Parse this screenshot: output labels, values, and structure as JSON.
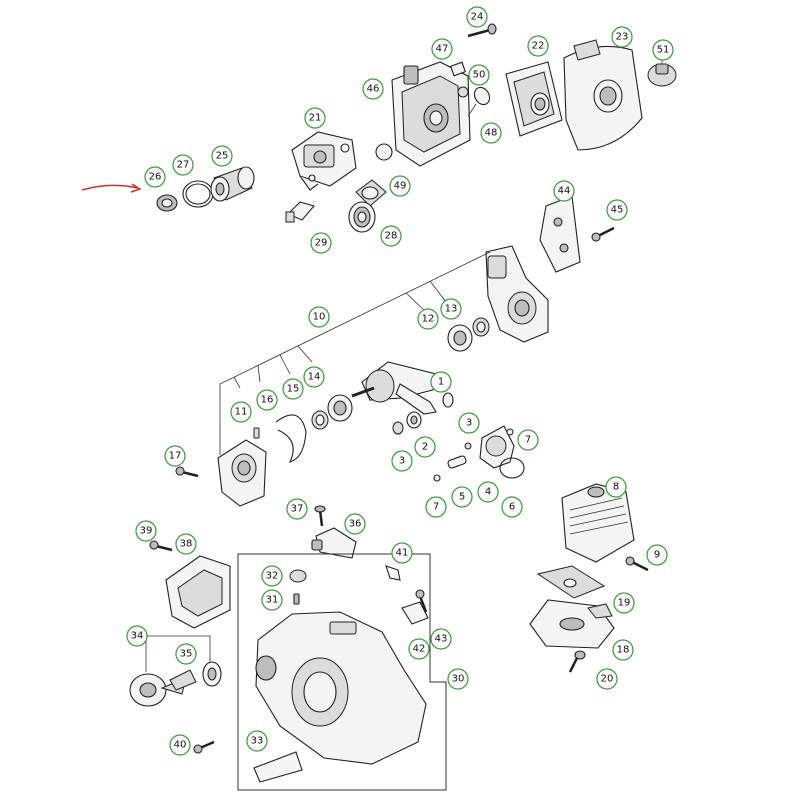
{
  "callout_color": "#3a9a3a",
  "highlight_arrow_color": "#c0392b",
  "callouts": [
    "1",
    "2",
    "3",
    "3",
    "4",
    "5",
    "6",
    "7",
    "7",
    "8",
    "9",
    "10",
    "11",
    "12",
    "13",
    "14",
    "15",
    "16",
    "17",
    "18",
    "19",
    "20",
    "21",
    "22",
    "23",
    "24",
    "25",
    "26",
    "27",
    "28",
    "29",
    "30",
    "31",
    "32",
    "33",
    "34",
    "35",
    "36",
    "37",
    "38",
    "39",
    "40",
    "41",
    "42",
    "43",
    "44",
    "45",
    "46",
    "47",
    "48",
    "49",
    "50",
    "51"
  ],
  "icons": [
    "highlight-arrow-icon"
  ]
}
